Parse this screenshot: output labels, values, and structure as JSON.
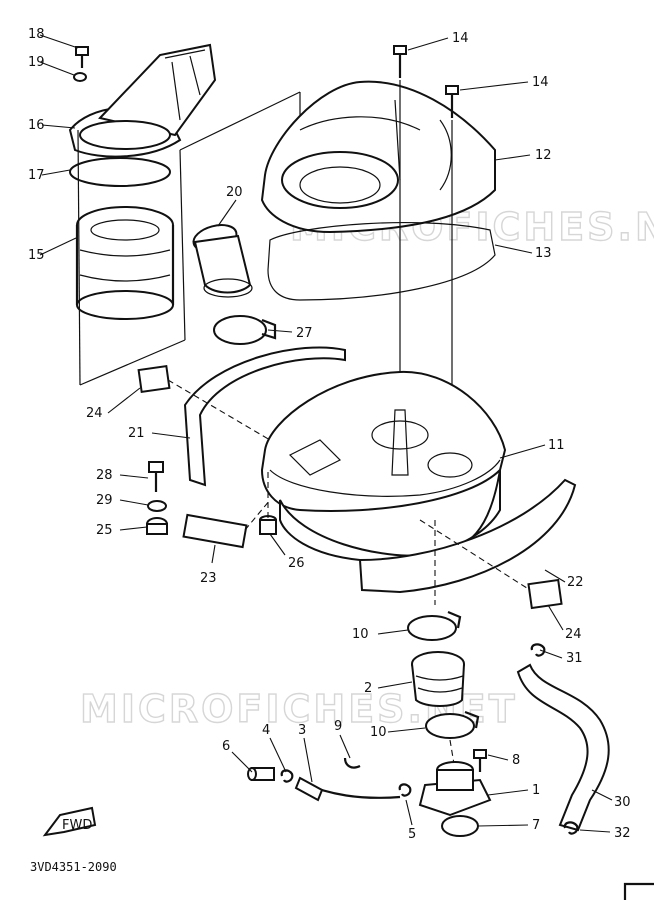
{
  "diagram": {
    "part_code": "3VD4351-2090",
    "watermark": "MICROFICHES.NET",
    "fwd_label": "FWD",
    "callouts": {
      "c1": "1",
      "c2": "2",
      "c3": "3",
      "c4": "4",
      "c5": "5",
      "c6": "6",
      "c7": "7",
      "c8": "8",
      "c9": "9",
      "c10a": "10",
      "c10b": "10",
      "c11": "11",
      "c12": "12",
      "c13": "13",
      "c14a": "14",
      "c14b": "14",
      "c15": "15",
      "c16": "16",
      "c17": "17",
      "c18": "18",
      "c19": "19",
      "c20": "20",
      "c21": "21",
      "c22": "22",
      "c23": "23",
      "c24a": "24",
      "c24b": "24",
      "c25": "25",
      "c26": "26",
      "c27": "27",
      "c28": "28",
      "c29": "29",
      "c30": "30",
      "c31": "31",
      "c32": "32"
    }
  }
}
